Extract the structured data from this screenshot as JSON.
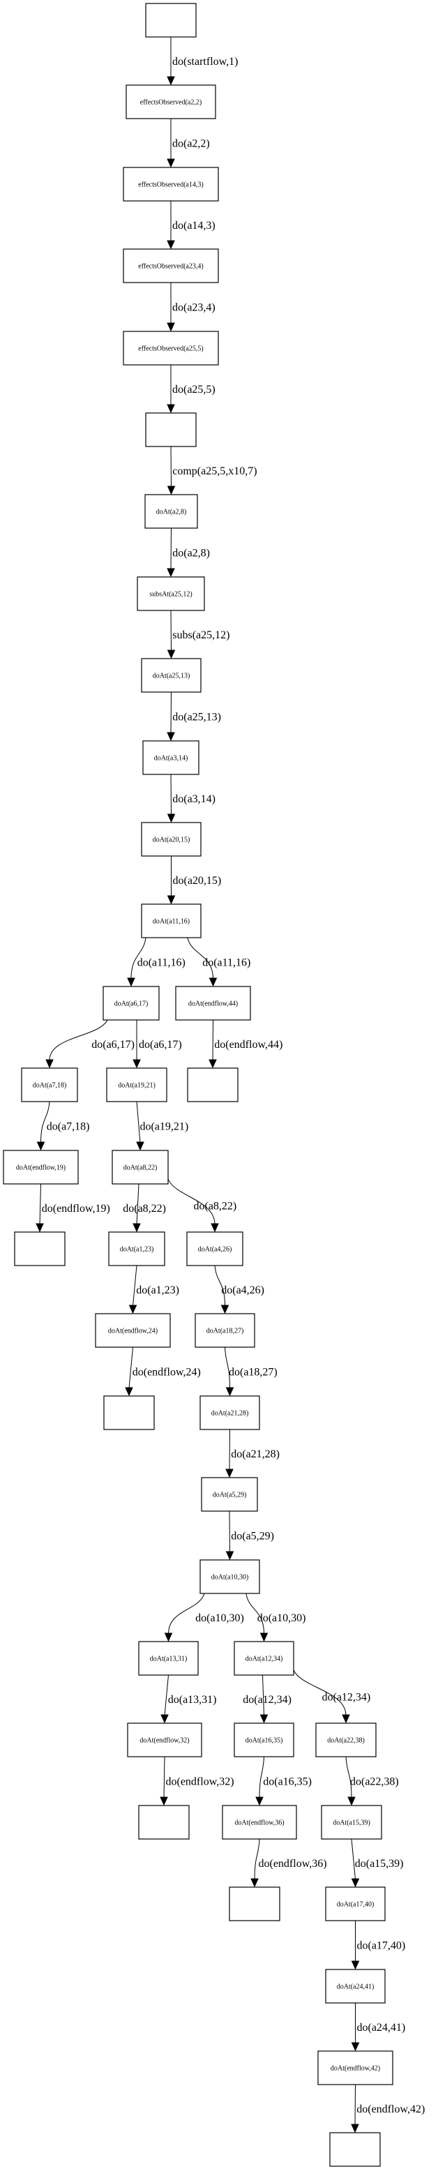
{
  "diagram": {
    "type": "state-transition-graph",
    "nodes": [
      {
        "id": "n0",
        "label": ""
      },
      {
        "id": "n1",
        "label": "effectsObserved(a2,2)"
      },
      {
        "id": "n2",
        "label": "effectsObserved(a14,3)"
      },
      {
        "id": "n3",
        "label": "effectsObserved(a23,4)"
      },
      {
        "id": "n4",
        "label": "effectsObserved(a25,5)"
      },
      {
        "id": "n5",
        "label": ""
      },
      {
        "id": "n6",
        "label": "doAt(a2,8)"
      },
      {
        "id": "n7",
        "label": "subsAt(a25,12)"
      },
      {
        "id": "n8",
        "label": "doAt(a25,13)"
      },
      {
        "id": "n9",
        "label": "doAt(a3,14)"
      },
      {
        "id": "n10",
        "label": "doAt(a20,15)"
      },
      {
        "id": "n11",
        "label": "doAt(a11,16)"
      },
      {
        "id": "n12",
        "label": "doAt(a6,17)"
      },
      {
        "id": "n13",
        "label": "doAt(endflow,44)"
      },
      {
        "id": "n14",
        "label": "doAt(a7,18)"
      },
      {
        "id": "n15",
        "label": "doAt(a19,21)"
      },
      {
        "id": "n16",
        "label": ""
      },
      {
        "id": "n17",
        "label": "doAt(endflow,19)"
      },
      {
        "id": "n18",
        "label": "doAt(a8,22)"
      },
      {
        "id": "n19",
        "label": ""
      },
      {
        "id": "n20",
        "label": "doAt(a1,23)"
      },
      {
        "id": "n21",
        "label": "doAt(a4,26)"
      },
      {
        "id": "n22",
        "label": "doAt(endflow,24)"
      },
      {
        "id": "n23",
        "label": "doAt(a18,27)"
      },
      {
        "id": "n24",
        "label": ""
      },
      {
        "id": "n25",
        "label": "doAt(a21,28)"
      },
      {
        "id": "n26",
        "label": "doAt(a5,29)"
      },
      {
        "id": "n27",
        "label": "doAt(a10,30)"
      },
      {
        "id": "n28",
        "label": "doAt(a13,31)"
      },
      {
        "id": "n29",
        "label": "doAt(a12,34)"
      },
      {
        "id": "n30",
        "label": "doAt(endflow,32)"
      },
      {
        "id": "n31",
        "label": "doAt(a16,35)"
      },
      {
        "id": "n32",
        "label": "doAt(a22,38)"
      },
      {
        "id": "n33",
        "label": ""
      },
      {
        "id": "n34",
        "label": "doAt(endflow,36)"
      },
      {
        "id": "n35",
        "label": "doAt(a15,39)"
      },
      {
        "id": "n36",
        "label": ""
      },
      {
        "id": "n37",
        "label": "doAt(a17,40)"
      },
      {
        "id": "n38",
        "label": "doAt(a24,41)"
      },
      {
        "id": "n39",
        "label": "doAt(endflow,42)"
      },
      {
        "id": "n40",
        "label": ""
      }
    ],
    "edges": [
      {
        "from": "n0",
        "to": "n1",
        "label": "do(startflow,1)"
      },
      {
        "from": "n1",
        "to": "n2",
        "label": "do(a2,2)"
      },
      {
        "from": "n2",
        "to": "n3",
        "label": "do(a14,3)"
      },
      {
        "from": "n3",
        "to": "n4",
        "label": "do(a23,4)"
      },
      {
        "from": "n4",
        "to": "n5",
        "label": "do(a25,5)"
      },
      {
        "from": "n5",
        "to": "n6",
        "label": "comp(a25,5,x10,7)"
      },
      {
        "from": "n6",
        "to": "n7",
        "label": "do(a2,8)"
      },
      {
        "from": "n7",
        "to": "n8",
        "label": "subs(a25,12)"
      },
      {
        "from": "n8",
        "to": "n9",
        "label": "do(a25,13)"
      },
      {
        "from": "n9",
        "to": "n10",
        "label": "do(a3,14)"
      },
      {
        "from": "n10",
        "to": "n11",
        "label": "do(a20,15)"
      },
      {
        "from": "n11",
        "to": "n12",
        "label": "do(a11,16)"
      },
      {
        "from": "n11",
        "to": "n13",
        "label": "do(a11,16)"
      },
      {
        "from": "n12",
        "to": "n14",
        "label": "do(a6,17)"
      },
      {
        "from": "n12",
        "to": "n15",
        "label": "do(a6,17)"
      },
      {
        "from": "n13",
        "to": "n16",
        "label": "do(endflow,44)"
      },
      {
        "from": "n14",
        "to": "n17",
        "label": "do(a7,18)"
      },
      {
        "from": "n15",
        "to": "n18",
        "label": "do(a19,21)"
      },
      {
        "from": "n17",
        "to": "n19",
        "label": "do(endflow,19)"
      },
      {
        "from": "n18",
        "to": "n20",
        "label": "do(a8,22)"
      },
      {
        "from": "n18",
        "to": "n21",
        "label": "do(a8,22)"
      },
      {
        "from": "n20",
        "to": "n22",
        "label": "do(a1,23)"
      },
      {
        "from": "n21",
        "to": "n23",
        "label": "do(a4,26)"
      },
      {
        "from": "n22",
        "to": "n24",
        "label": "do(endflow,24)"
      },
      {
        "from": "n23",
        "to": "n25",
        "label": "do(a18,27)"
      },
      {
        "from": "n25",
        "to": "n26",
        "label": "do(a21,28)"
      },
      {
        "from": "n26",
        "to": "n27",
        "label": "do(a5,29)"
      },
      {
        "from": "n27",
        "to": "n28",
        "label": "do(a10,30)"
      },
      {
        "from": "n27",
        "to": "n29",
        "label": "do(a10,30)"
      },
      {
        "from": "n28",
        "to": "n30",
        "label": "do(a13,31)"
      },
      {
        "from": "n29",
        "to": "n31",
        "label": "do(a12,34)"
      },
      {
        "from": "n29",
        "to": "n32",
        "label": "do(a12,34)"
      },
      {
        "from": "n30",
        "to": "n33",
        "label": "do(endflow,32)"
      },
      {
        "from": "n31",
        "to": "n34",
        "label": "do(a16,35)"
      },
      {
        "from": "n32",
        "to": "n35",
        "label": "do(a22,38)"
      },
      {
        "from": "n34",
        "to": "n36",
        "label": "do(endflow,36)"
      },
      {
        "from": "n35",
        "to": "n37",
        "label": "do(a15,39)"
      },
      {
        "from": "n37",
        "to": "n38",
        "label": "do(a17,40)"
      },
      {
        "from": "n38",
        "to": "n39",
        "label": "do(a24,41)"
      },
      {
        "from": "n39",
        "to": "n40",
        "label": "do(endflow,42)"
      }
    ]
  }
}
